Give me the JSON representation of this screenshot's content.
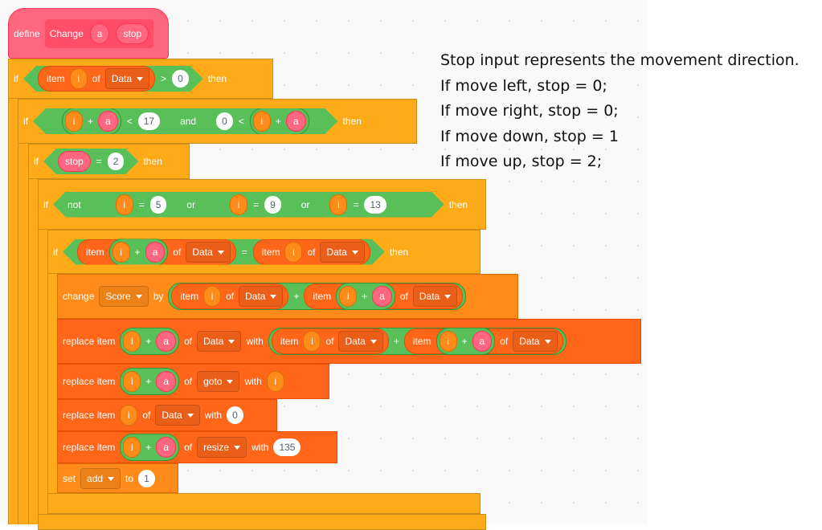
{
  "colors": {
    "control": "#ffab19",
    "variable": "#ff8c1a",
    "list": "#ff661a",
    "operator": "#59c059",
    "custom": "#ff6680"
  },
  "blocks": {
    "define": [
      [
        "t",
        "define"
      ],
      [
        "c",
        [
          [
            "t",
            "Change"
          ],
          [
            "a",
            "a"
          ],
          [
            "a",
            "stop"
          ]
        ]
      ]
    ],
    "if1": [
      [
        "t",
        "if"
      ],
      [
        "b",
        [
          [
            "r",
            [
              [
                "t",
                "item"
              ],
              [
                "v",
                "i"
              ],
              [
                "t",
                "of"
              ],
              [
                "d",
                "Data"
              ]
            ]
          ],
          [
            "t",
            ">"
          ],
          [
            "n",
            "0"
          ]
        ]
      ],
      [
        "t",
        "then"
      ]
    ],
    "if2": [
      [
        "t",
        "if"
      ],
      [
        "b",
        [
          [
            "b",
            [
              [
                "g",
                [
                  [
                    "v",
                    "i"
                  ],
                  [
                    "t",
                    "+"
                  ],
                  [
                    "a",
                    "a"
                  ]
                ]
              ],
              [
                "t",
                "<"
              ],
              [
                "n",
                "17"
              ]
            ]
          ],
          [
            "t",
            "and"
          ],
          [
            "b",
            [
              [
                "n",
                "0"
              ],
              [
                "t",
                "<"
              ],
              [
                "g",
                [
                  [
                    "v",
                    "i"
                  ],
                  [
                    "t",
                    "+"
                  ],
                  [
                    "a",
                    "a"
                  ]
                ]
              ]
            ]
          ]
        ]
      ],
      [
        "t",
        "then"
      ]
    ],
    "if3": [
      [
        "t",
        "if"
      ],
      [
        "b",
        [
          [
            "a",
            "stop"
          ],
          [
            "t",
            "="
          ],
          [
            "n",
            "2"
          ]
        ]
      ],
      [
        "t",
        "then"
      ]
    ],
    "if4": [
      [
        "t",
        "if"
      ],
      [
        "b",
        [
          [
            "t",
            "not"
          ],
          [
            "b",
            [
              [
                "b",
                [
                  [
                    "v",
                    "i"
                  ],
                  [
                    "t",
                    "="
                  ],
                  [
                    "n",
                    "5"
                  ]
                ]
              ],
              [
                "t",
                "or"
              ],
              [
                "b",
                [
                  [
                    "b",
                    [
                      [
                        "v",
                        "i"
                      ],
                      [
                        "t",
                        "="
                      ],
                      [
                        "n",
                        "9"
                      ]
                    ]
                  ],
                  [
                    "t",
                    "or"
                  ],
                  [
                    "b",
                    [
                      [
                        "v",
                        "i"
                      ],
                      [
                        "t",
                        "="
                      ],
                      [
                        "n",
                        "13"
                      ]
                    ]
                  ]
                ]
              ]
            ]
          ]
        ]
      ],
      [
        "t",
        "then"
      ]
    ],
    "if5": [
      [
        "t",
        "if"
      ],
      [
        "b",
        [
          [
            "r",
            [
              [
                "t",
                "item"
              ],
              [
                "g",
                [
                  [
                    "v",
                    "i"
                  ],
                  [
                    "t",
                    "+"
                  ],
                  [
                    "a",
                    "a"
                  ]
                ]
              ],
              [
                "t",
                "of"
              ],
              [
                "d",
                "Data"
              ]
            ]
          ],
          [
            "t",
            "="
          ],
          [
            "r",
            [
              [
                "t",
                "item"
              ],
              [
                "v",
                "i"
              ],
              [
                "t",
                "of"
              ],
              [
                "d",
                "Data"
              ]
            ]
          ]
        ]
      ],
      [
        "t",
        "then"
      ]
    ],
    "change": [
      [
        "t",
        "change"
      ],
      [
        "d",
        "Score"
      ],
      [
        "t",
        "by"
      ],
      [
        "g",
        [
          [
            "r",
            [
              [
                "t",
                "item"
              ],
              [
                "v",
                "i"
              ],
              [
                "t",
                "of"
              ],
              [
                "d",
                "Data"
              ]
            ]
          ],
          [
            "t",
            "+"
          ],
          [
            "r",
            [
              [
                "t",
                "item"
              ],
              [
                "g",
                [
                  [
                    "v",
                    "i"
                  ],
                  [
                    "t",
                    "+"
                  ],
                  [
                    "a",
                    "a"
                  ]
                ]
              ],
              [
                "t",
                "of"
              ],
              [
                "d",
                "Data"
              ]
            ]
          ]
        ]
      ]
    ],
    "rep1": [
      [
        "t",
        "replace item"
      ],
      [
        "g",
        [
          [
            "v",
            "i"
          ],
          [
            "t",
            "+"
          ],
          [
            "a",
            "a"
          ]
        ]
      ],
      [
        "t",
        "of"
      ],
      [
        "d",
        "Data"
      ],
      [
        "t",
        "with"
      ],
      [
        "g",
        [
          [
            "r",
            [
              [
                "t",
                "item"
              ],
              [
                "v",
                "i"
              ],
              [
                "t",
                "of"
              ],
              [
                "d",
                "Data"
              ]
            ]
          ],
          [
            "t",
            "+"
          ],
          [
            "r",
            [
              [
                "t",
                "item"
              ],
              [
                "g",
                [
                  [
                    "v",
                    "i"
                  ],
                  [
                    "t",
                    "+"
                  ],
                  [
                    "a",
                    "a"
                  ]
                ]
              ],
              [
                "t",
                "of"
              ],
              [
                "d",
                "Data"
              ]
            ]
          ]
        ]
      ]
    ],
    "rep2": [
      [
        "t",
        "replace item"
      ],
      [
        "g",
        [
          [
            "v",
            "i"
          ],
          [
            "t",
            "+"
          ],
          [
            "a",
            "a"
          ]
        ]
      ],
      [
        "t",
        "of"
      ],
      [
        "d",
        "goto"
      ],
      [
        "t",
        "with"
      ],
      [
        "v",
        "i"
      ]
    ],
    "rep3": [
      [
        "t",
        "replace item"
      ],
      [
        "v",
        "i"
      ],
      [
        "t",
        "of"
      ],
      [
        "d",
        "Data"
      ],
      [
        "t",
        "with"
      ],
      [
        "n",
        "0"
      ]
    ],
    "rep4": [
      [
        "t",
        "replace item"
      ],
      [
        "g",
        [
          [
            "v",
            "i"
          ],
          [
            "t",
            "+"
          ],
          [
            "a",
            "a"
          ]
        ]
      ],
      [
        "t",
        "of"
      ],
      [
        "d",
        "resize"
      ],
      [
        "t",
        "with"
      ],
      [
        "n",
        "135"
      ]
    ],
    "set": [
      [
        "t",
        "set"
      ],
      [
        "d",
        "add"
      ],
      [
        "t",
        "to"
      ],
      [
        "n",
        "1"
      ]
    ]
  },
  "note": {
    "lines": [
      "Stop input represents the movement direction.",
      "If move left, stop = 0;",
      "If move right, stop = 0;",
      "If move down, stop = 1",
      "If move up, stop = 2;"
    ]
  }
}
